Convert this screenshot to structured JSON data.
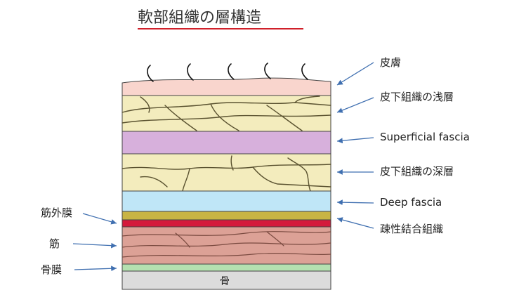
{
  "title": "軟部組織の層構造",
  "colors": {
    "skin": "#f9d5cd",
    "subcutaneous": "#f3ecbd",
    "superficial_fascia": "#d7b0dc",
    "deep_fascia": "#bfe6f7",
    "epimysium": "#c8b444",
    "loose_connective": "#d41a3c",
    "muscle": "#dca196",
    "periosteum": "#b4e0b0",
    "bone": "#dcdcdc",
    "title_underline": "#d0202a",
    "arrow": "#3f6fb0"
  },
  "labels": {
    "skin": "皮膚",
    "superficial_subcutaneous": "皮下組織の浅層",
    "superficial_fascia": "Superficial fascia",
    "deep_subcutaneous": "皮下組織の深層",
    "deep_fascia": "Deep fascia",
    "loose_connective": "疎性結合組織",
    "epimysium": "筋外膜",
    "muscle": "筋",
    "periosteum": "骨膜",
    "bone": "骨"
  }
}
